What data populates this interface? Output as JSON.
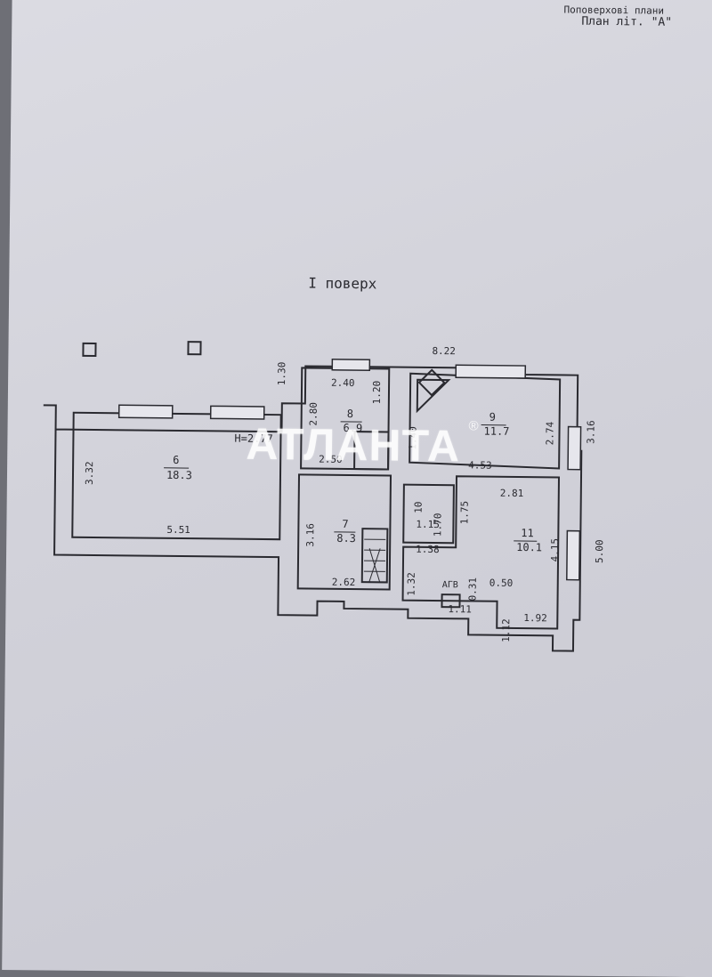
{
  "header": {
    "line1": "Поповерхові плани",
    "line2": "План літ. \"А\""
  },
  "floor_title": "I поверх",
  "ceiling_height": "H=2.77",
  "rooms": [
    {
      "number": "6",
      "area": "18.3"
    },
    {
      "number": "7",
      "area": "8.3"
    },
    {
      "number": "8",
      "area": "6.9"
    },
    {
      "number": "9",
      "area": "11.7"
    },
    {
      "number": "10",
      "area": ""
    },
    {
      "number": "11",
      "area": "10.1"
    }
  ],
  "dimensions": {
    "d_822": "8.22",
    "d_130": "1.30",
    "d_240": "2.40",
    "d_120": "1.20",
    "d_280": "2.80",
    "d_250": "2.50",
    "d_140": "1.40",
    "d_453": "4.53",
    "d_274": "2.74",
    "d_316a": "3.16",
    "d_332": "3.32",
    "d_551": "5.51",
    "d_316b": "3.16",
    "d_262": "2.62",
    "d_170": "1.70",
    "d_115": "1.15",
    "d_138": "1.38",
    "d_175": "1.75",
    "d_281": "2.81",
    "d_415": "4.15",
    "d_500": "5.00",
    "d_132": "1.32",
    "d_031": "0.31",
    "d_050": "0.50",
    "d_111": "1.11",
    "d_112": "1.12",
    "d_192": "1.92"
  },
  "label_agv": "АГВ",
  "watermark": {
    "text": "АТЛАНТА",
    "mark": "®"
  },
  "colors": {
    "paper": "#d6d6de",
    "ink": "#2a2a30",
    "background": "#6e6f76",
    "watermark": "#ffffff"
  }
}
